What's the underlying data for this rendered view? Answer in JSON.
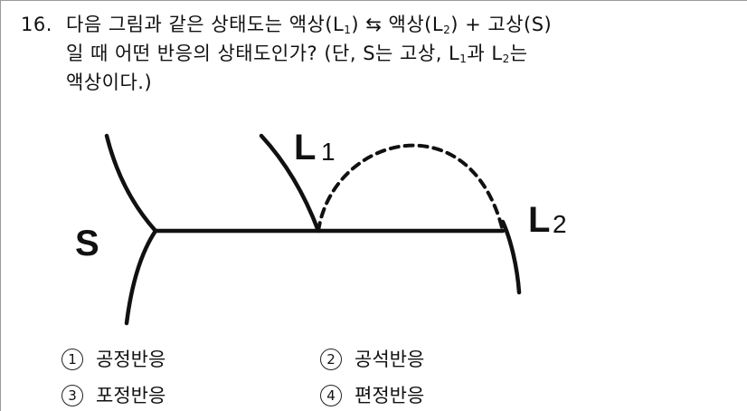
{
  "question": {
    "number": "16.",
    "line1_a": "다음 그림과 같은 상태도는 액상(L",
    "line1_sub1": "1",
    "line1_b": ") ⇆ 액상(L",
    "line1_sub2": "2",
    "line1_c": ") + 고상(S)",
    "line2_a": "일 때 어떤 반응의 상태도인가? (단, S는 고상, L",
    "line2_sub1": "1",
    "line2_b": "과 L",
    "line2_sub2": "2",
    "line2_c": "는",
    "line3": "액상이다.)"
  },
  "diagram": {
    "label_s": "S",
    "label_l1": "L",
    "label_l1_sub": "1",
    "label_l2": "L",
    "label_l2_sub": "2"
  },
  "options": [
    {
      "num": "1",
      "text": "공정반응"
    },
    {
      "num": "2",
      "text": "공석반응"
    },
    {
      "num": "3",
      "text": "포정반응"
    },
    {
      "num": "4",
      "text": "편정반응"
    }
  ]
}
